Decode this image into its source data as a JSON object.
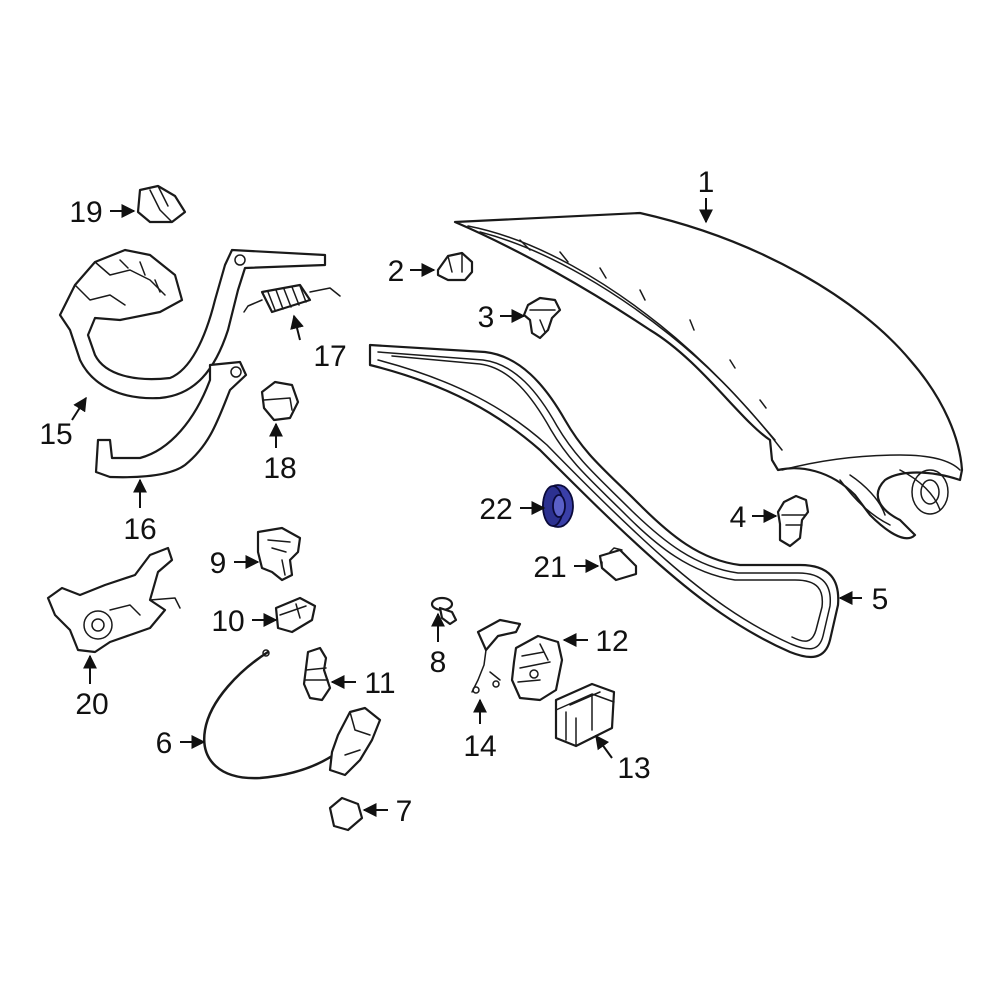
{
  "highlight_color": "#3a3fa8",
  "line_color": "#1a1a1a",
  "background_color": "#ffffff",
  "callouts": [
    {
      "id": "1",
      "label": "1"
    },
    {
      "id": "2",
      "label": "2"
    },
    {
      "id": "3",
      "label": "3"
    },
    {
      "id": "4",
      "label": "4"
    },
    {
      "id": "5",
      "label": "5"
    },
    {
      "id": "6",
      "label": "6"
    },
    {
      "id": "7",
      "label": "7"
    },
    {
      "id": "8",
      "label": "8"
    },
    {
      "id": "9",
      "label": "9"
    },
    {
      "id": "10",
      "label": "10"
    },
    {
      "id": "11",
      "label": "11"
    },
    {
      "id": "12",
      "label": "12"
    },
    {
      "id": "13",
      "label": "13"
    },
    {
      "id": "14",
      "label": "14"
    },
    {
      "id": "15",
      "label": "15"
    },
    {
      "id": "16",
      "label": "16"
    },
    {
      "id": "17",
      "label": "17"
    },
    {
      "id": "18",
      "label": "18"
    },
    {
      "id": "19",
      "label": "19"
    },
    {
      "id": "20",
      "label": "20"
    },
    {
      "id": "21",
      "label": "21"
    },
    {
      "id": "22",
      "label": "22"
    }
  ],
  "highlighted_callout": "22"
}
